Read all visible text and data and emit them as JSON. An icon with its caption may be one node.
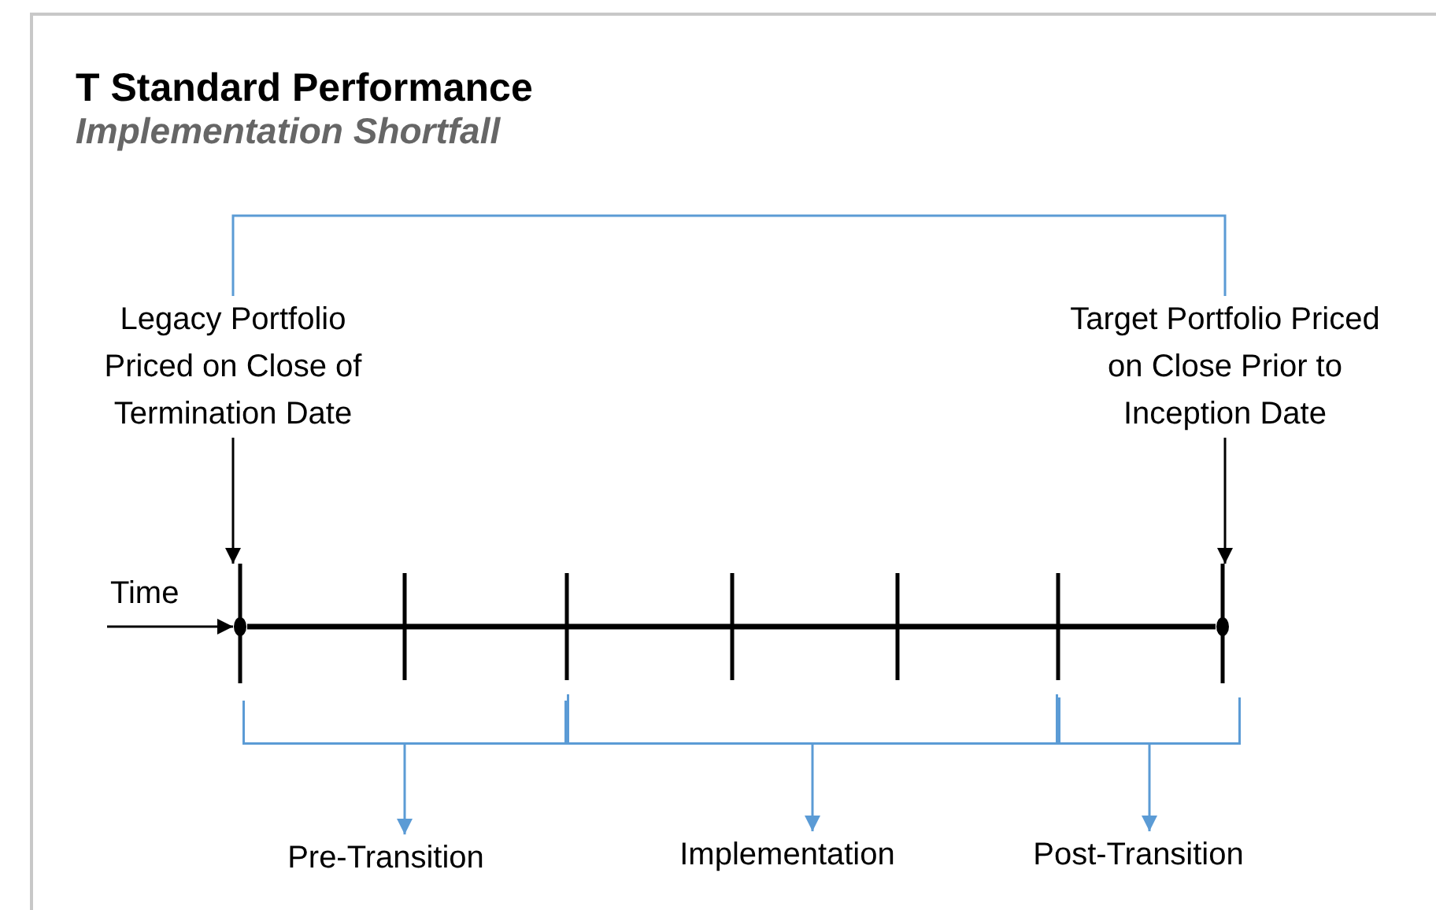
{
  "diagram": {
    "title": "T Standard Performance",
    "caption": "Implementation Shortfall",
    "nodes": [
      {
        "text": [
          "Legacy Portfolio Priced on Close of Termination Date"
        ]
      },
      {
        "text": [
          "Target Portfolio Priced on Close Prior to Inception Date"
        ]
      },
      {
        "text": [],
        "shape": "bar"
      },
      {
        "text": [],
        "shape": "bar"
      },
      {
        "text": [],
        "shape": "bracket"
      },
      {
        "text": [],
        "shape": "bracket"
      },
      {
        "text": [],
        "shape": "bracket"
      },
      {
        "text": [
          "Pre-Transition"
        ]
      },
      {
        "text": [
          "Implementation"
        ]
      },
      {
        "text": [
          "Post-Transition"
        ]
      }
    ],
    "edges": [
      {
        "from": 0,
        "to": 2,
        "arrow": "to"
      },
      {
        "from": 1,
        "to": 3,
        "arrow": "to"
      },
      {
        "from": 2,
        "to": 3,
        "arrow": "none",
        "style": "thick"
      },
      {
        "from": null,
        "to": 2,
        "arrow": "to"
      },
      {
        "from": 0,
        "to": 1,
        "arrow": "none",
        "color": "#5b9bd5"
      },
      {
        "from": 4,
        "to": 7,
        "arrow": "to",
        "color": "#5b9bd5"
      },
      {
        "from": 5,
        "to": 8,
        "arrow": "to",
        "color": "#5b9bd5"
      },
      {
        "from": 6,
        "to": 9,
        "arrow": "to",
        "color": "#5b9bd5"
      }
    ],
    "labels": [
      "Time"
    ]
  }
}
